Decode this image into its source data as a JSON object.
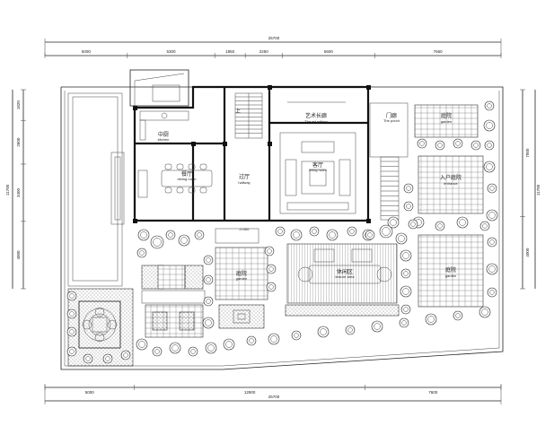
{
  "dimensions": {
    "top_total": "25700",
    "top_segments": [
      "5000",
      "5300",
      "1850",
      "2250",
      "5600",
      "7660"
    ],
    "bottom_total": "25700",
    "bottom_segments": [
      "5000",
      "12900",
      "7600"
    ],
    "left_segments": [
      "1820",
      "2600",
      "3400",
      "4000"
    ],
    "left_total": "11700",
    "right_segments": [
      "7000",
      "4000"
    ],
    "right_total": "11700"
  },
  "rooms": {
    "kitchen": {
      "cn": "中厨",
      "en": "kitchen"
    },
    "dining": {
      "cn": "餐厅",
      "en": "dining room"
    },
    "hall": {
      "cn": "过厅",
      "en": "hallway"
    },
    "gallery": {
      "cn": "艺术长廊",
      "en": "The art gallery"
    },
    "living": {
      "cn": "客厅",
      "en": "living room"
    },
    "porch": {
      "cn": "门廊",
      "en": "The porch"
    },
    "garden_top": {
      "cn": "庭院",
      "en": "garden"
    },
    "entrance": {
      "cn": "入户庭院",
      "en": "entrance"
    },
    "garden_right": {
      "cn": "庭院",
      "en": "garden"
    },
    "garden_mid": {
      "cn": "庭院",
      "en": "garden"
    },
    "leisure": {
      "cn": "休闲区",
      "en": "leisure area"
    }
  },
  "annotations": {
    "elevation": "-0.300",
    "stair_label": "上"
  }
}
